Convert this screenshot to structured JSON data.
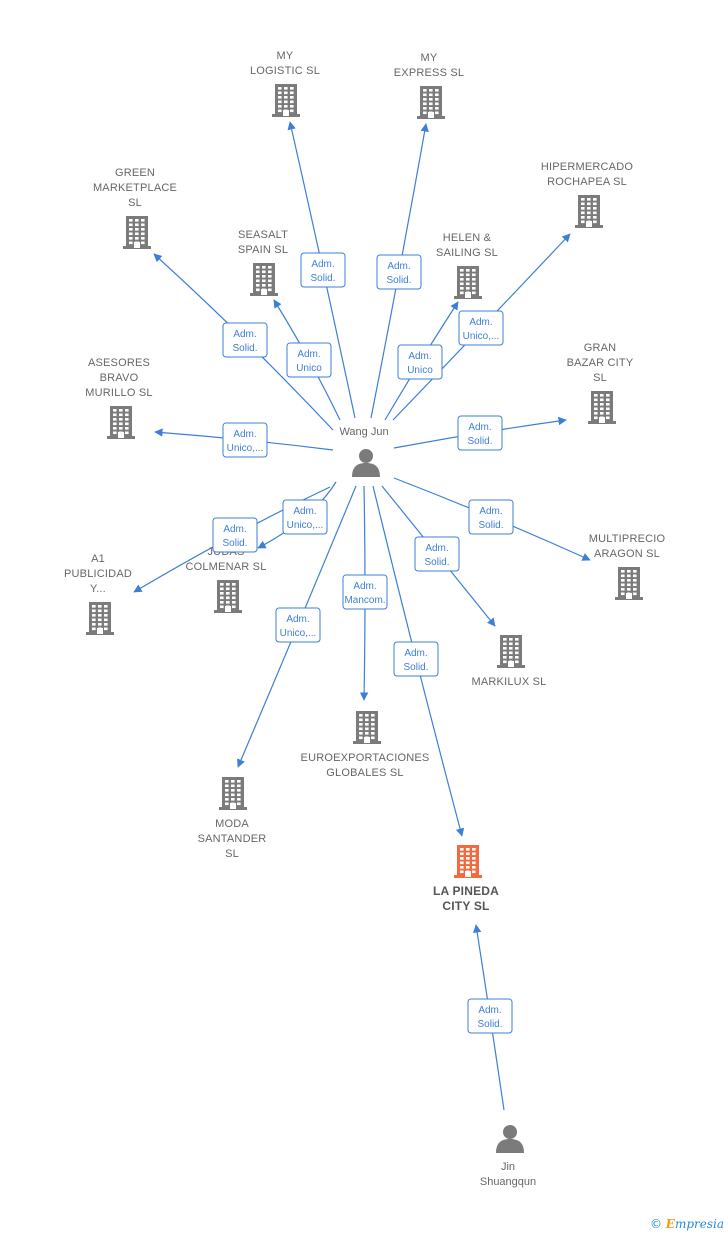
{
  "colors": {
    "edge": "#3d7fd6",
    "building": "#7b7b7b",
    "highlight": "#f26a3e",
    "person": "#7b7b7b"
  },
  "persons": [
    {
      "id": "wang",
      "label": [
        "Wang Jun"
      ]
    },
    {
      "id": "jin",
      "label": [
        "Jin",
        "Shuangqun"
      ]
    }
  ],
  "companies": [
    {
      "id": "mylogistic",
      "label": [
        "MY",
        "LOGISTIC  SL"
      ]
    },
    {
      "id": "myexpress",
      "label": [
        "MY",
        "EXPRESS  SL"
      ]
    },
    {
      "id": "green",
      "label": [
        "GREEN",
        "MARKETPLACE",
        "SL"
      ]
    },
    {
      "id": "hiper",
      "label": [
        "HIPERMERCADO",
        "ROCHAPEA  SL"
      ]
    },
    {
      "id": "seasalt",
      "label": [
        "SEASALT",
        "SPAIN  SL"
      ]
    },
    {
      "id": "helen",
      "label": [
        "HELEN &",
        "SAILING  SL"
      ]
    },
    {
      "id": "asesores",
      "label": [
        "ASESORES",
        "BRAVO",
        "MURILLO  SL"
      ]
    },
    {
      "id": "gran",
      "label": [
        "GRAN",
        "BAZAR CITY",
        "SL"
      ]
    },
    {
      "id": "a1",
      "label": [
        "A1",
        "PUBLICIDAD",
        "Y..."
      ]
    },
    {
      "id": "judas",
      "label": [
        "JUDAS",
        "COLMENAR SL"
      ]
    },
    {
      "id": "multiprecio",
      "label": [
        "MULTIPRECIO",
        "ARAGON  SL"
      ]
    },
    {
      "id": "markilux",
      "label": [
        "MARKILUX  SL"
      ]
    },
    {
      "id": "euro",
      "label": [
        "EUROEXPORTACIONES",
        "GLOBALES SL"
      ]
    },
    {
      "id": "moda",
      "label": [
        "MODA",
        "SANTANDER",
        "SL"
      ]
    },
    {
      "id": "pineda",
      "label": [
        "LA PINEDA",
        "CITY  SL"
      ],
      "highlight": true
    }
  ],
  "relations": [
    {
      "from": "wang",
      "to": "mylogistic",
      "role": [
        "Adm.",
        "Solid."
      ]
    },
    {
      "from": "wang",
      "to": "myexpress",
      "role": [
        "Adm.",
        "Solid."
      ]
    },
    {
      "from": "wang",
      "to": "green",
      "role": [
        "Adm.",
        "Solid."
      ]
    },
    {
      "from": "wang",
      "to": "seasalt",
      "role": [
        "Adm.",
        "Unico"
      ]
    },
    {
      "from": "wang",
      "to": "helen",
      "role": [
        "Adm.",
        "Unico"
      ]
    },
    {
      "from": "wang",
      "to": "hiper",
      "role": [
        "Adm.",
        "Unico,..."
      ]
    },
    {
      "from": "wang",
      "to": "asesores",
      "role": [
        "Adm.",
        "Unico,..."
      ]
    },
    {
      "from": "wang",
      "to": "gran",
      "role": [
        "Adm.",
        "Solid."
      ]
    },
    {
      "from": "wang",
      "to": "judas",
      "role": [
        "Adm.",
        "Unico,..."
      ]
    },
    {
      "from": "wang",
      "to": "a1",
      "role": [
        "Adm.",
        "Solid."
      ]
    },
    {
      "from": "wang",
      "to": "multiprecio",
      "role": [
        "Adm.",
        "Solid."
      ]
    },
    {
      "from": "wang",
      "to": "markilux",
      "role": [
        "Adm.",
        "Solid."
      ]
    },
    {
      "from": "wang",
      "to": "euro",
      "role": [
        "Adm.",
        "Mancom."
      ]
    },
    {
      "from": "wang",
      "to": "moda",
      "role": [
        "Adm.",
        "Unico,..."
      ]
    },
    {
      "from": "wang",
      "to": "pineda",
      "role": [
        "Adm.",
        "Solid."
      ]
    },
    {
      "from": "jin",
      "to": "pineda",
      "role": [
        "Adm.",
        "Solid."
      ]
    }
  ],
  "copyright": {
    "symbol": "©",
    "brand_initial": "E",
    "brand_rest": "mpresia"
  }
}
